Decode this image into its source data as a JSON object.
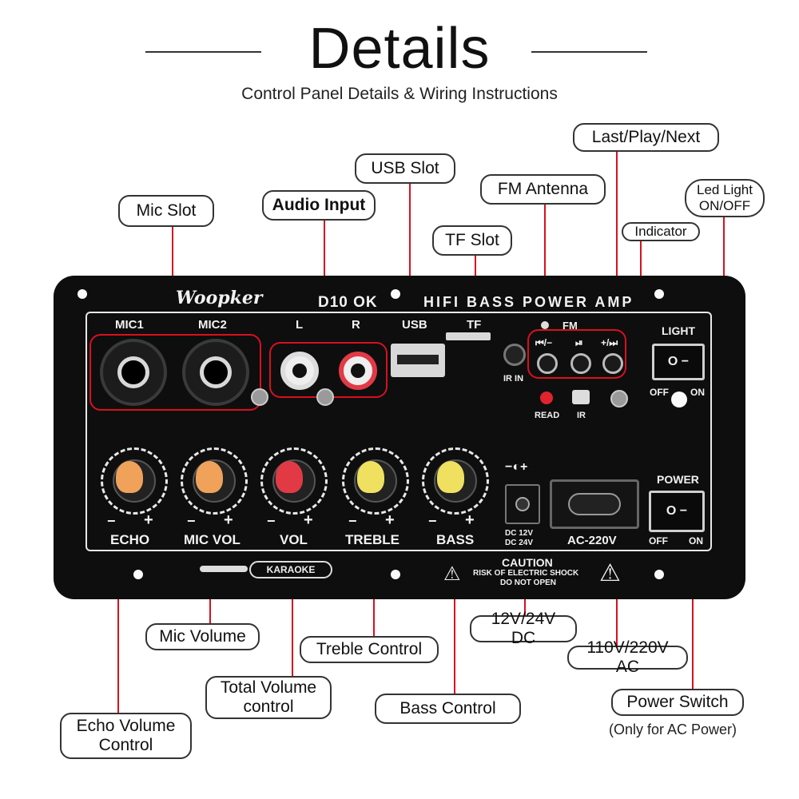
{
  "header": {
    "title": "Details",
    "subtitle": "Control Panel Details & Wiring Instructions"
  },
  "callouts": {
    "mic_slot": "Mic Slot",
    "audio_input": "Audio Input",
    "usb_slot": "USB Slot",
    "tf_slot": "TF Slot",
    "fm_antenna": "FM Antenna",
    "last_play_next": "Last/Play/Next",
    "indicator": "Indicator",
    "led_light_line1": "Led Light",
    "led_light_line2": "ON/OFF",
    "mic_volume": "Mic Volume",
    "treble_control": "Treble Control",
    "total_volume_line1": "Total Volume",
    "total_volume_line2": "control",
    "bass_control": "Bass Control",
    "echo_volume_line1": "Echo Volume",
    "echo_volume_line2": "Control",
    "dc_power": "12V/24V DC",
    "ac_power": "110V/220V AC",
    "power_switch": "Power Switch",
    "power_switch_note": "(Only for AC Power)"
  },
  "panel": {
    "brand": "Woopker",
    "model": "D10 OK",
    "heading": "HIFI BASS POWER AMP",
    "mic1": "MIC1",
    "mic2": "MIC2",
    "l": "L",
    "r": "R",
    "usb": "USB",
    "tf": "TF",
    "fm": "FM",
    "ir_in": "IR IN",
    "btn_prev": "⏮/−",
    "btn_play": "⏯",
    "btn_next": "+/⏭",
    "read": "READ",
    "ir": "IR",
    "light": "LIGHT",
    "light_off": "OFF",
    "light_on": "ON",
    "power": "POWER",
    "power_off": "OFF",
    "power_on": "ON",
    "minus": "−",
    "plus": "+",
    "knobs": [
      "ECHO",
      "MIC VOL",
      "VOL",
      "TREBLE",
      "BASS"
    ],
    "dc_label_1": "DC 12V",
    "dc_label_2": "DC 24V",
    "ac_label": "AC-220V",
    "caution": "CAUTION",
    "caution_1": "RISK OF ELECTRIC SHOCK",
    "caution_2": "DO NOT OPEN",
    "karaoke": "KARAOKE",
    "dc_symbol": "−◐+",
    "rocker_symbol": "O −"
  },
  "colors": {
    "lead_line": "#d9101e",
    "panel_bg": "#0e0e0f",
    "knob_echo": "#f0a25a",
    "knob_mic": "#f0a25a",
    "knob_vol": "#e23a45",
    "knob_treble": "#efe060",
    "knob_bass": "#efe060"
  }
}
